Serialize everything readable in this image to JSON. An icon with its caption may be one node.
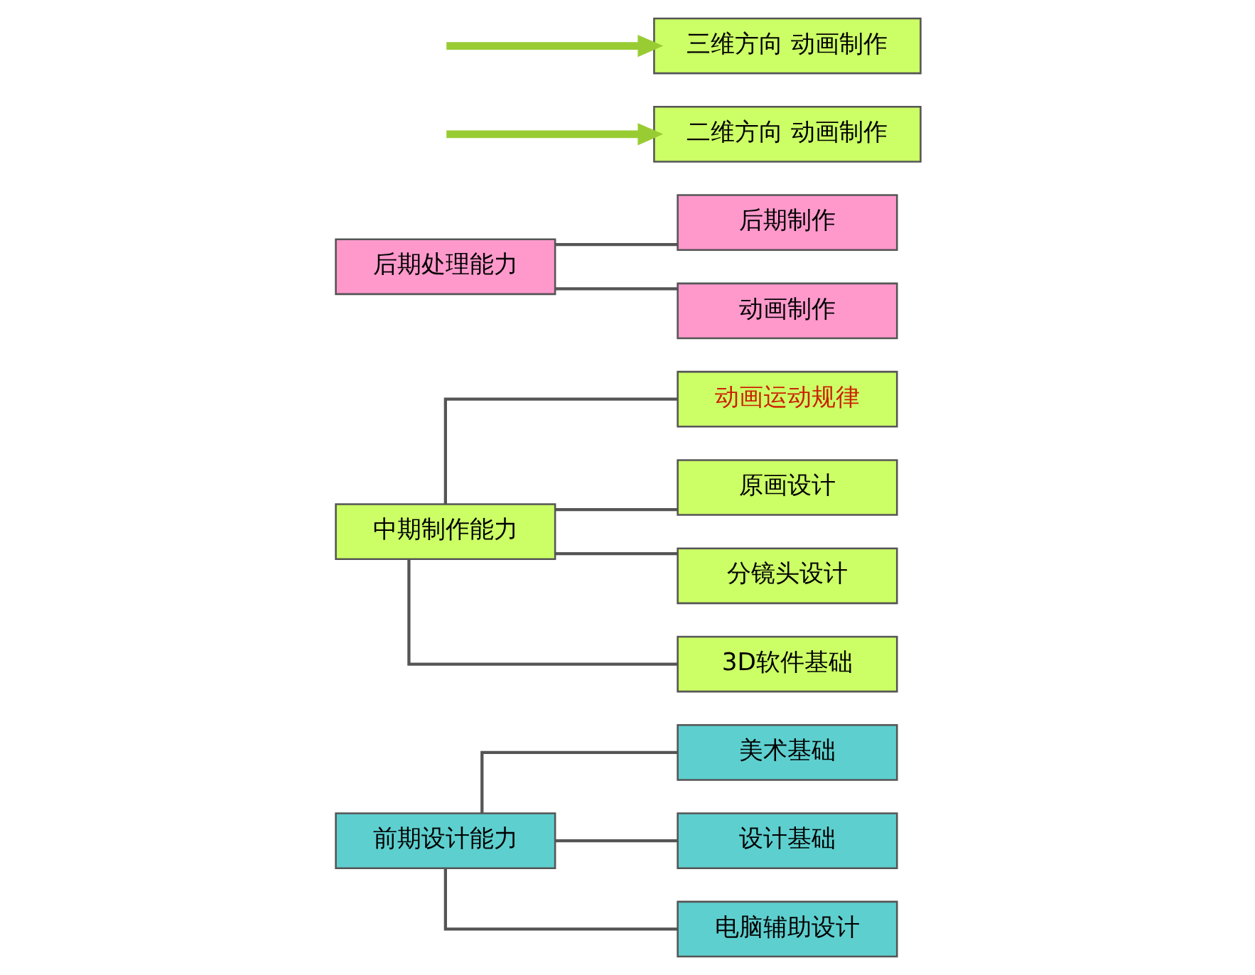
{
  "diagram": {
    "nodes": [
      {
        "text": [
          "前期设计能力"
        ]
      },
      {
        "text": [
          "美术基础"
        ]
      },
      {
        "text": [
          "设计基础"
        ]
      },
      {
        "text": [
          "电脑辅助设计"
        ]
      },
      {
        "text": [
          "中期制作能力"
        ]
      },
      {
        "text": [
          "动画运动规律"
        ]
      },
      {
        "text": [
          "原画设计"
        ]
      },
      {
        "text": [
          "分镜头设计"
        ]
      },
      {
        "text": [
          "3D软件基础"
        ]
      },
      {
        "text": [
          "后期处理能力"
        ]
      },
      {
        "text": [
          "后期制作"
        ]
      },
      {
        "text": [
          "动画制作"
        ]
      },
      {
        "text": [
          "二维方向 动画制作"
        ]
      },
      {
        "text": [
          "三维方向 动画制作"
        ]
      }
    ],
    "edges": [
      {
        "from": 0,
        "to": 1,
        "arrow": "none"
      },
      {
        "from": 0,
        "to": 2,
        "arrow": "none"
      },
      {
        "from": 0,
        "to": 3,
        "arrow": "none"
      },
      {
        "from": 4,
        "to": 5,
        "arrow": "none"
      },
      {
        "from": 4,
        "to": 6,
        "arrow": "none"
      },
      {
        "from": 4,
        "to": 7,
        "arrow": "none"
      },
      {
        "from": 4,
        "to": 8,
        "arrow": "none"
      },
      {
        "from": 9,
        "to": 10,
        "arrow": "none"
      },
      {
        "from": 9,
        "to": 11,
        "arrow": "none"
      },
      {
        "from": null,
        "to": 12,
        "arrow": "to",
        "style": "thick",
        "color": "#99cc33"
      },
      {
        "from": null,
        "to": 13,
        "arrow": "to",
        "style": "thick",
        "color": "#99cc33"
      }
    ]
  }
}
